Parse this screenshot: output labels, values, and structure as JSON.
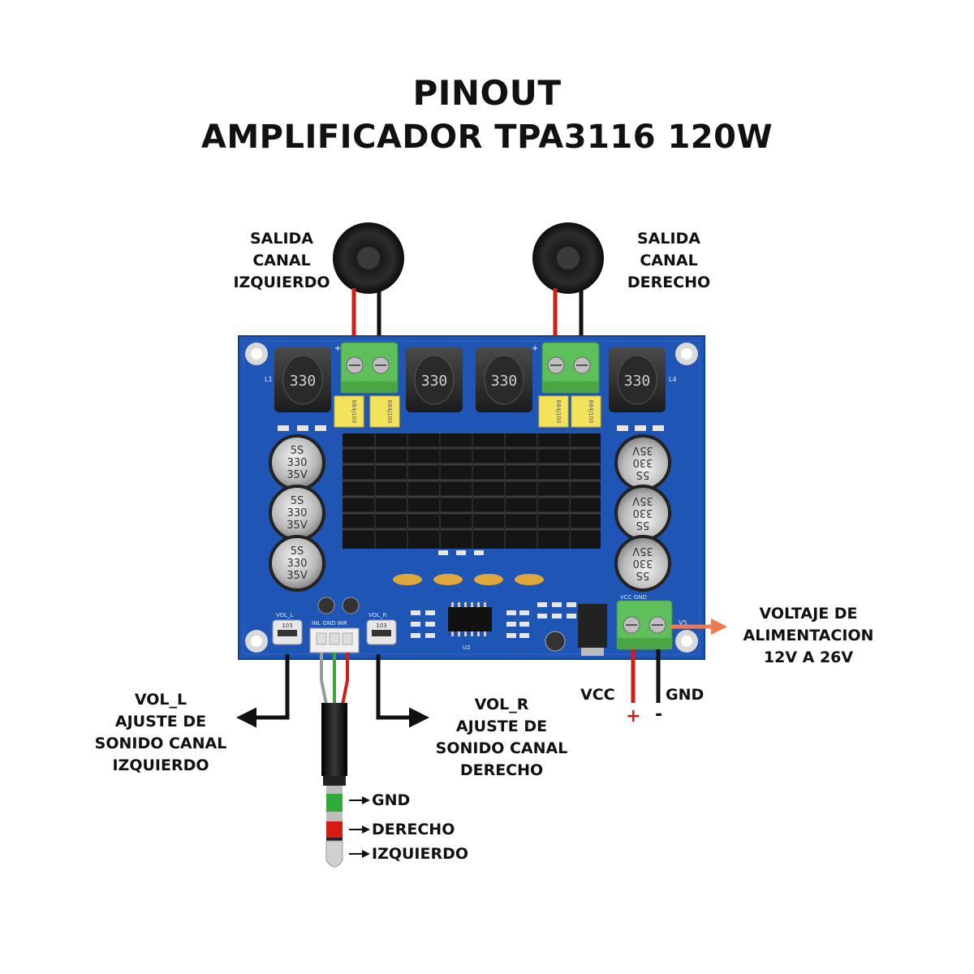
{
  "title": {
    "line1": "PINOUT",
    "line2": "AMPLIFICADOR TPA3116 120W"
  },
  "labels": {
    "left_output": [
      "SALIDA",
      "CANAL",
      "IZQUIERDO"
    ],
    "right_output": [
      "SALIDA",
      "CANAL",
      "DERECHO"
    ],
    "power_input": [
      "VOLTAJE DE",
      "ALIMENTACION",
      "12V A 26V"
    ],
    "vol_left": [
      "VOL_L",
      "AJUSTE DE",
      "SONIDO CANAL",
      "IZQUIERDO"
    ],
    "vol_right": [
      "VOL_R",
      "AJUSTE DE",
      "SONIDO CANAL",
      "DERECHO"
    ],
    "vcc": "VCC",
    "gnd": "GND",
    "plus": "+",
    "minus": "-"
  },
  "jack_pins": {
    "gnd": "GND",
    "right": "DERECHO",
    "left": "IZQUIERDO"
  },
  "board": {
    "inductor_marking": "330",
    "capacitor_marking": [
      "5S",
      "330",
      "35V"
    ],
    "film_cap_marking": "684J100",
    "silk": {
      "vol_l": "VOL_L",
      "vol_r": "VOL_R",
      "input_pins": "INL GND INR",
      "power_pins": "VCC GND",
      "pot_value": "103",
      "chip": "U2",
      "l1": "L1",
      "l4": "L4",
      "v5": "V5"
    }
  },
  "colors": {
    "board_blue": "#1f55b5",
    "terminal_green": "#5fbf5a",
    "wire_red": "#d41c14",
    "wire_black": "#111111",
    "arrow_orange": "#ee7a52"
  }
}
